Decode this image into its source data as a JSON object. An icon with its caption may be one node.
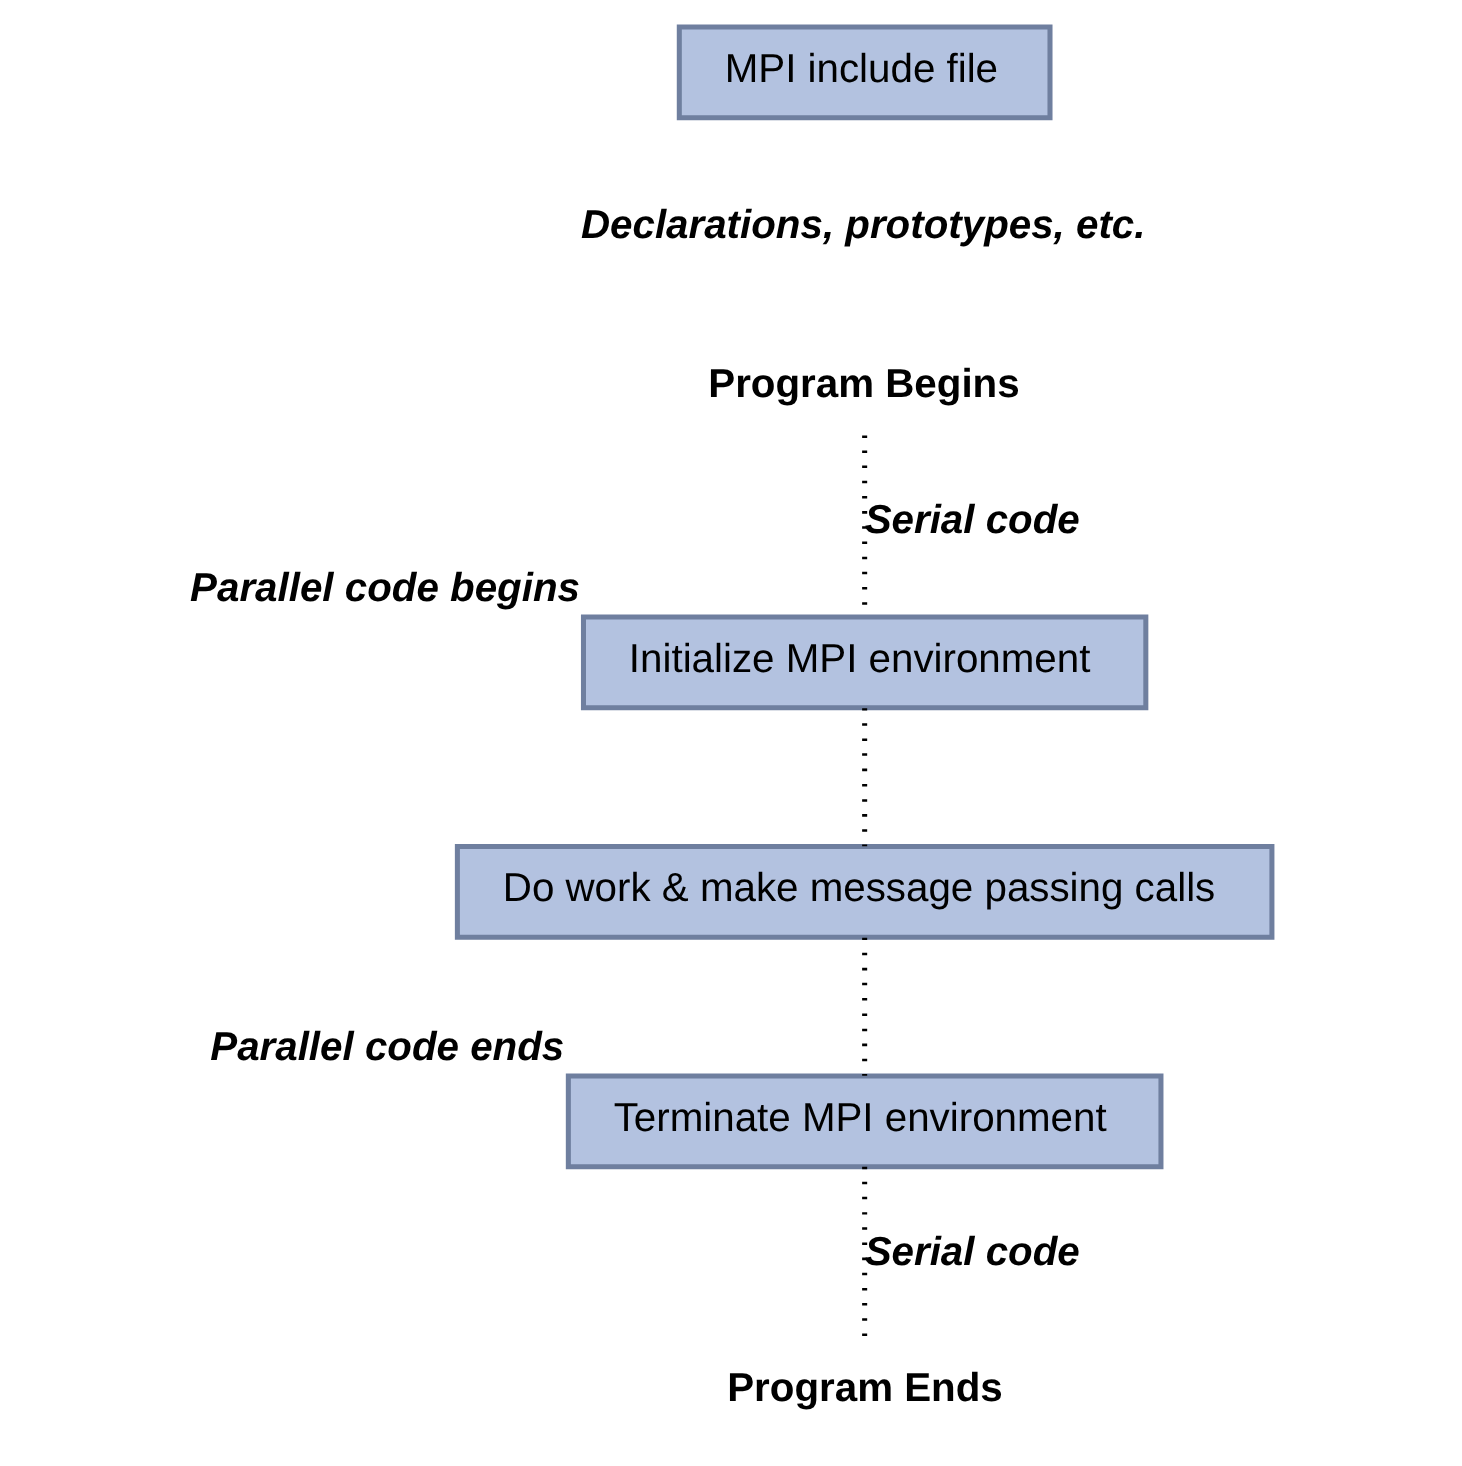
{
  "diagram": {
    "nodes": [
      {
        "text": [
          "MPI include file"
        ]
      },
      {
        "text": [
          "Program Begins"
        ]
      },
      {
        "text": [
          "Initialize MPI environment"
        ],
        "beside": [
          "Parallel code begins"
        ]
      },
      {
        "text": [
          "Do work & make message passing calls"
        ]
      },
      {
        "text": [
          "Terminate MPI environment"
        ],
        "beside": [
          "Parallel code ends"
        ]
      },
      {
        "text": [
          "Program Ends"
        ]
      }
    ],
    "edges": [
      {
        "from": 1,
        "to": 2,
        "arrow": "none",
        "style": "dashed",
        "label": "Serial code"
      },
      {
        "from": 2,
        "to": 3,
        "arrow": "none",
        "style": "dashed"
      },
      {
        "from": 3,
        "to": 4,
        "arrow": "none",
        "style": "dashed"
      },
      {
        "from": 4,
        "to": 5,
        "arrow": "none",
        "style": "dashed",
        "label": "Serial code"
      }
    ],
    "labels": [
      "Declarations, prototypes, etc."
    ]
  }
}
